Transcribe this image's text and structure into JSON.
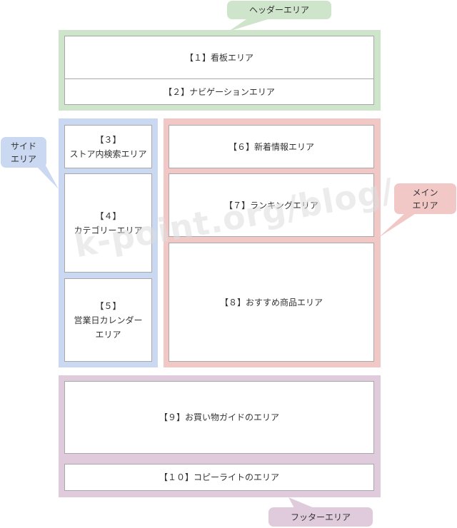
{
  "colors": {
    "header": "#cfe5cb",
    "side": "#cad9f1",
    "main": "#f2c8c7",
    "footer": "#e0cbdc",
    "box_border": "#a8a8a8"
  },
  "callouts": {
    "header": "ヘッダーエリア",
    "side": "サイド\nエリア",
    "main": "メイン\nエリア",
    "footer": "フッターエリア"
  },
  "boxes": {
    "b1": "【１】看板エリア",
    "b2": "【２】ナビゲーションエリア",
    "b3": "【３】\nストア内検索エリア",
    "b4": "【４】\nカテゴリーエリア",
    "b5": "【５】\n営業日カレンダー\nエリア",
    "b6": "【６】新着情報エリア",
    "b7": "【７】ランキングエリア",
    "b8": "【８】おすすめ商品エリア",
    "b9": "【９】お買い物ガイドのエリア",
    "b10": "【１０】コピーライトのエリア"
  },
  "watermark": "k-point.org/blog/"
}
